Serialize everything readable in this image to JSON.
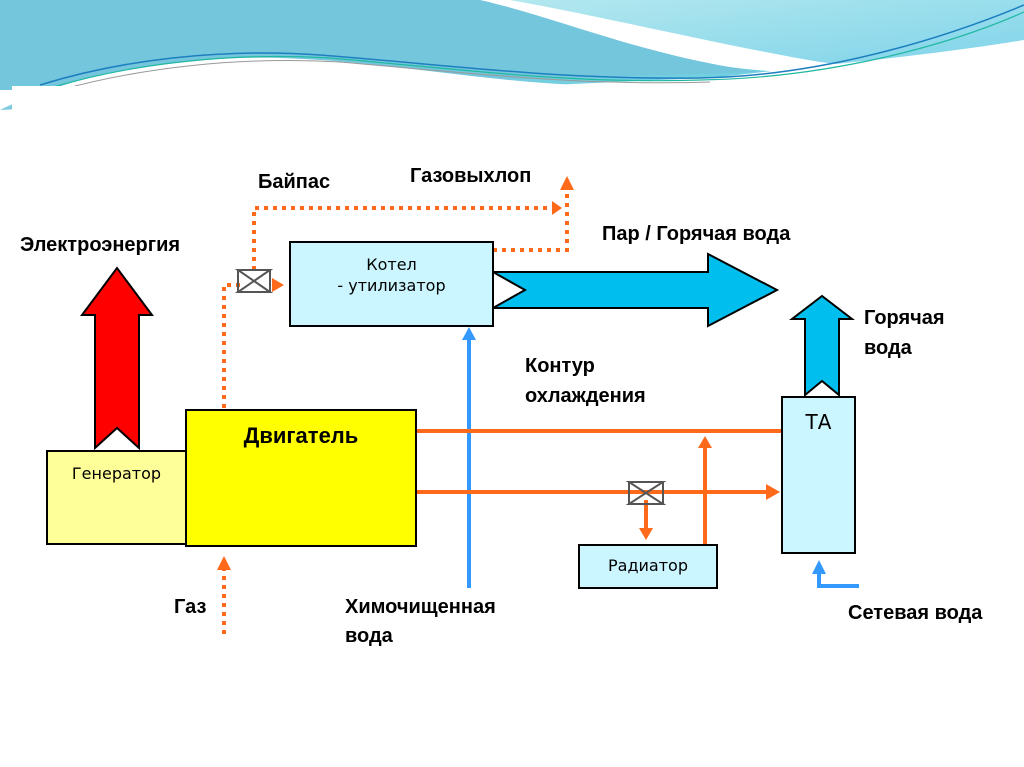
{
  "slide": {
    "colors": {
      "header_wave_light": "#a6e1ea",
      "header_wave_mid": "#5cc3d8",
      "header_wave_dark": "#1e7fc0",
      "generator_fill": "#ffff99",
      "engine_fill": "#ffff00",
      "boiler_fill": "#ccf6ff",
      "heat_exchanger_fill": "#ccf6ff",
      "radiator_fill": "#ccf6ff",
      "electricity_arrow": "#ff0000",
      "steam_arrow": "#00bfef",
      "pipe_hot": "#ff6a1a",
      "pipe_water": "#3399ff"
    }
  },
  "diagram": {
    "boxes": {
      "generator": "Генератор",
      "engine": "Двигатель",
      "boiler_line1": "Котел",
      "boiler_line2": "- утилизатор",
      "heat_exchanger": "ТА",
      "radiator": "Радиатор"
    },
    "labels": {
      "electricity": "Электроэнергия",
      "bypass": "Байпас",
      "exhaust": "Газовыхлоп",
      "steam_hot_water": "Пар / Горячая вода",
      "hot_water_line1": "Горячая",
      "hot_water_line2": "вода",
      "cooling_loop_line1": "Контур",
      "cooling_loop_line2": "охлаждения",
      "gas": "Газ",
      "treated_water_line1": "Химочищенная",
      "treated_water_line2": "вода",
      "network_water": "Сетевая вода"
    }
  }
}
